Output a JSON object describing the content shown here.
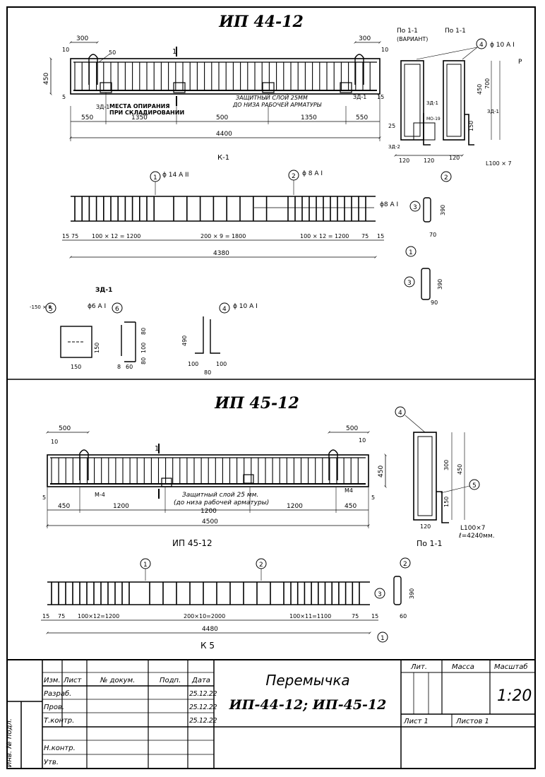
{
  "top": {
    "title": "ИП 44-12",
    "elev": {
      "d300a": "300",
      "d300b": "300",
      "d10a": "10",
      "d10b": "10",
      "d50": "50",
      "d450": "450",
      "d5": "5",
      "d15": "15",
      "mark1": "1",
      "zd1a": "ЗД-1",
      "zd1b": "ЗД-1",
      "support1": "МЕСТА ОПИРАНИЯ",
      "support2": "ПРИ СКЛАДИРОВАНИИ",
      "cover1": "ЗАЩИТНЫЙ СЛОЙ 25ММ",
      "cover2": "ДО НИЗА РАБОЧЕЙ АРМАТУРЫ",
      "dims": [
        "550",
        "1350",
        "500",
        "1350",
        "550"
      ],
      "total": "4400"
    },
    "sec": {
      "label_var1": "По 1-1",
      "label_var2": "(ВАРИАНТ)",
      "label": "По 1-1",
      "mark4": "4",
      "rebar4": "ϕ 10 А I",
      "d700": "700",
      "d450": "450",
      "d150": "150",
      "d25": "25",
      "zd1": "ЗД-1",
      "zd2": "ЗД-2",
      "m19": "МО-19",
      "d120a": "120",
      "d120b": "120",
      "d120c": "120",
      "angle": "L100 × 7",
      "p": "Р"
    },
    "cage": {
      "title": "К-1",
      "mark1": "1",
      "rebar1": "ϕ 14 А II",
      "mark2": "2",
      "rebar2": "ϕ 8 А I",
      "rebar_side": "ϕ8 А I",
      "d15a": "15",
      "d75a": "75",
      "d75b": "75",
      "d15b": "15",
      "seg1": "100 × 12 = 1200",
      "seg2": "200 × 9 = 1800",
      "seg3": "100 × 12 = 1200",
      "total": "4380"
    },
    "stir": {
      "mark2": "2",
      "mark3": "3",
      "mark1": "1",
      "d390a": "390",
      "d70": "70",
      "d390b": "390",
      "d90": "90"
    },
    "zd1": {
      "title": "ЗД-1",
      "left_note": "-150 × 8",
      "mark5": "5",
      "mark6": "6",
      "rebar6": "ϕ6 А I",
      "mark4": "4",
      "rebar4": "ϕ 10 А I",
      "d150a": "150",
      "d150b": "150",
      "d8": "8",
      "d60": "60",
      "d80a": "80",
      "d100": "100",
      "d80b": "80",
      "d490": "490",
      "d100a": "100",
      "d100b": "100",
      "d80c": "80"
    }
  },
  "bottom": {
    "title": "ИП 45-12",
    "elev": {
      "d500a": "500",
      "d500b": "500",
      "d10a": "10",
      "d10b": "10",
      "mark1": "1",
      "d450": "450",
      "d5a": "5",
      "d5b": "5",
      "m4a": "М-4",
      "m4b": "М4",
      "cover1": "Защитный слой 25 мм.",
      "cover2": "(до низа рабочей арматуры)",
      "dims": [
        "450",
        "1200",
        "1200",
        "1200",
        "450"
      ],
      "total": "4500",
      "caption": "ИП 45-12"
    },
    "sec": {
      "mark4": "4",
      "mark5": "5",
      "d300": "300",
      "d450": "450",
      "d150": "150",
      "d120": "120",
      "angle1": "L100×7",
      "angle2": "ℓ=4240мм.",
      "caption": "По 1-1"
    },
    "cage": {
      "mark1": "1",
      "mark2": "2",
      "mark3": "3",
      "mark2b": "2",
      "mark1b": "1",
      "d15a": "15",
      "d75a": "75",
      "seg1": "100×12=1200",
      "seg2": "200×10=2000",
      "seg3": "100×11=1100",
      "d75b": "75",
      "d15b": "15",
      "d390": "390",
      "d60": "60",
      "total": "4480",
      "caption": "К 5"
    }
  },
  "stamp": {
    "h_izm": "Изм.",
    "h_list": "Лист",
    "h_doc": "№ докум.",
    "h_podp": "Подп.",
    "h_data": "Дата",
    "r_razrab": "Разраб.",
    "r_prov": "Пров.",
    "r_tkontr": "Т.контр.",
    "r_nkontr": "Н.контр.",
    "r_utv": "Утв.",
    "dates": [
      "25.12.22",
      "25.12.22",
      "25.12.22"
    ],
    "side_label": "Инв. № подл.",
    "title1": "Перемычка",
    "title2": "ИП-44-12; ИП-45-12",
    "h_lit": "Лит.",
    "h_massa": "Масса",
    "h_masshtab": "Масштаб",
    "scale": "1:20",
    "sheet": "Лист 1",
    "sheets": "Листов 1"
  }
}
